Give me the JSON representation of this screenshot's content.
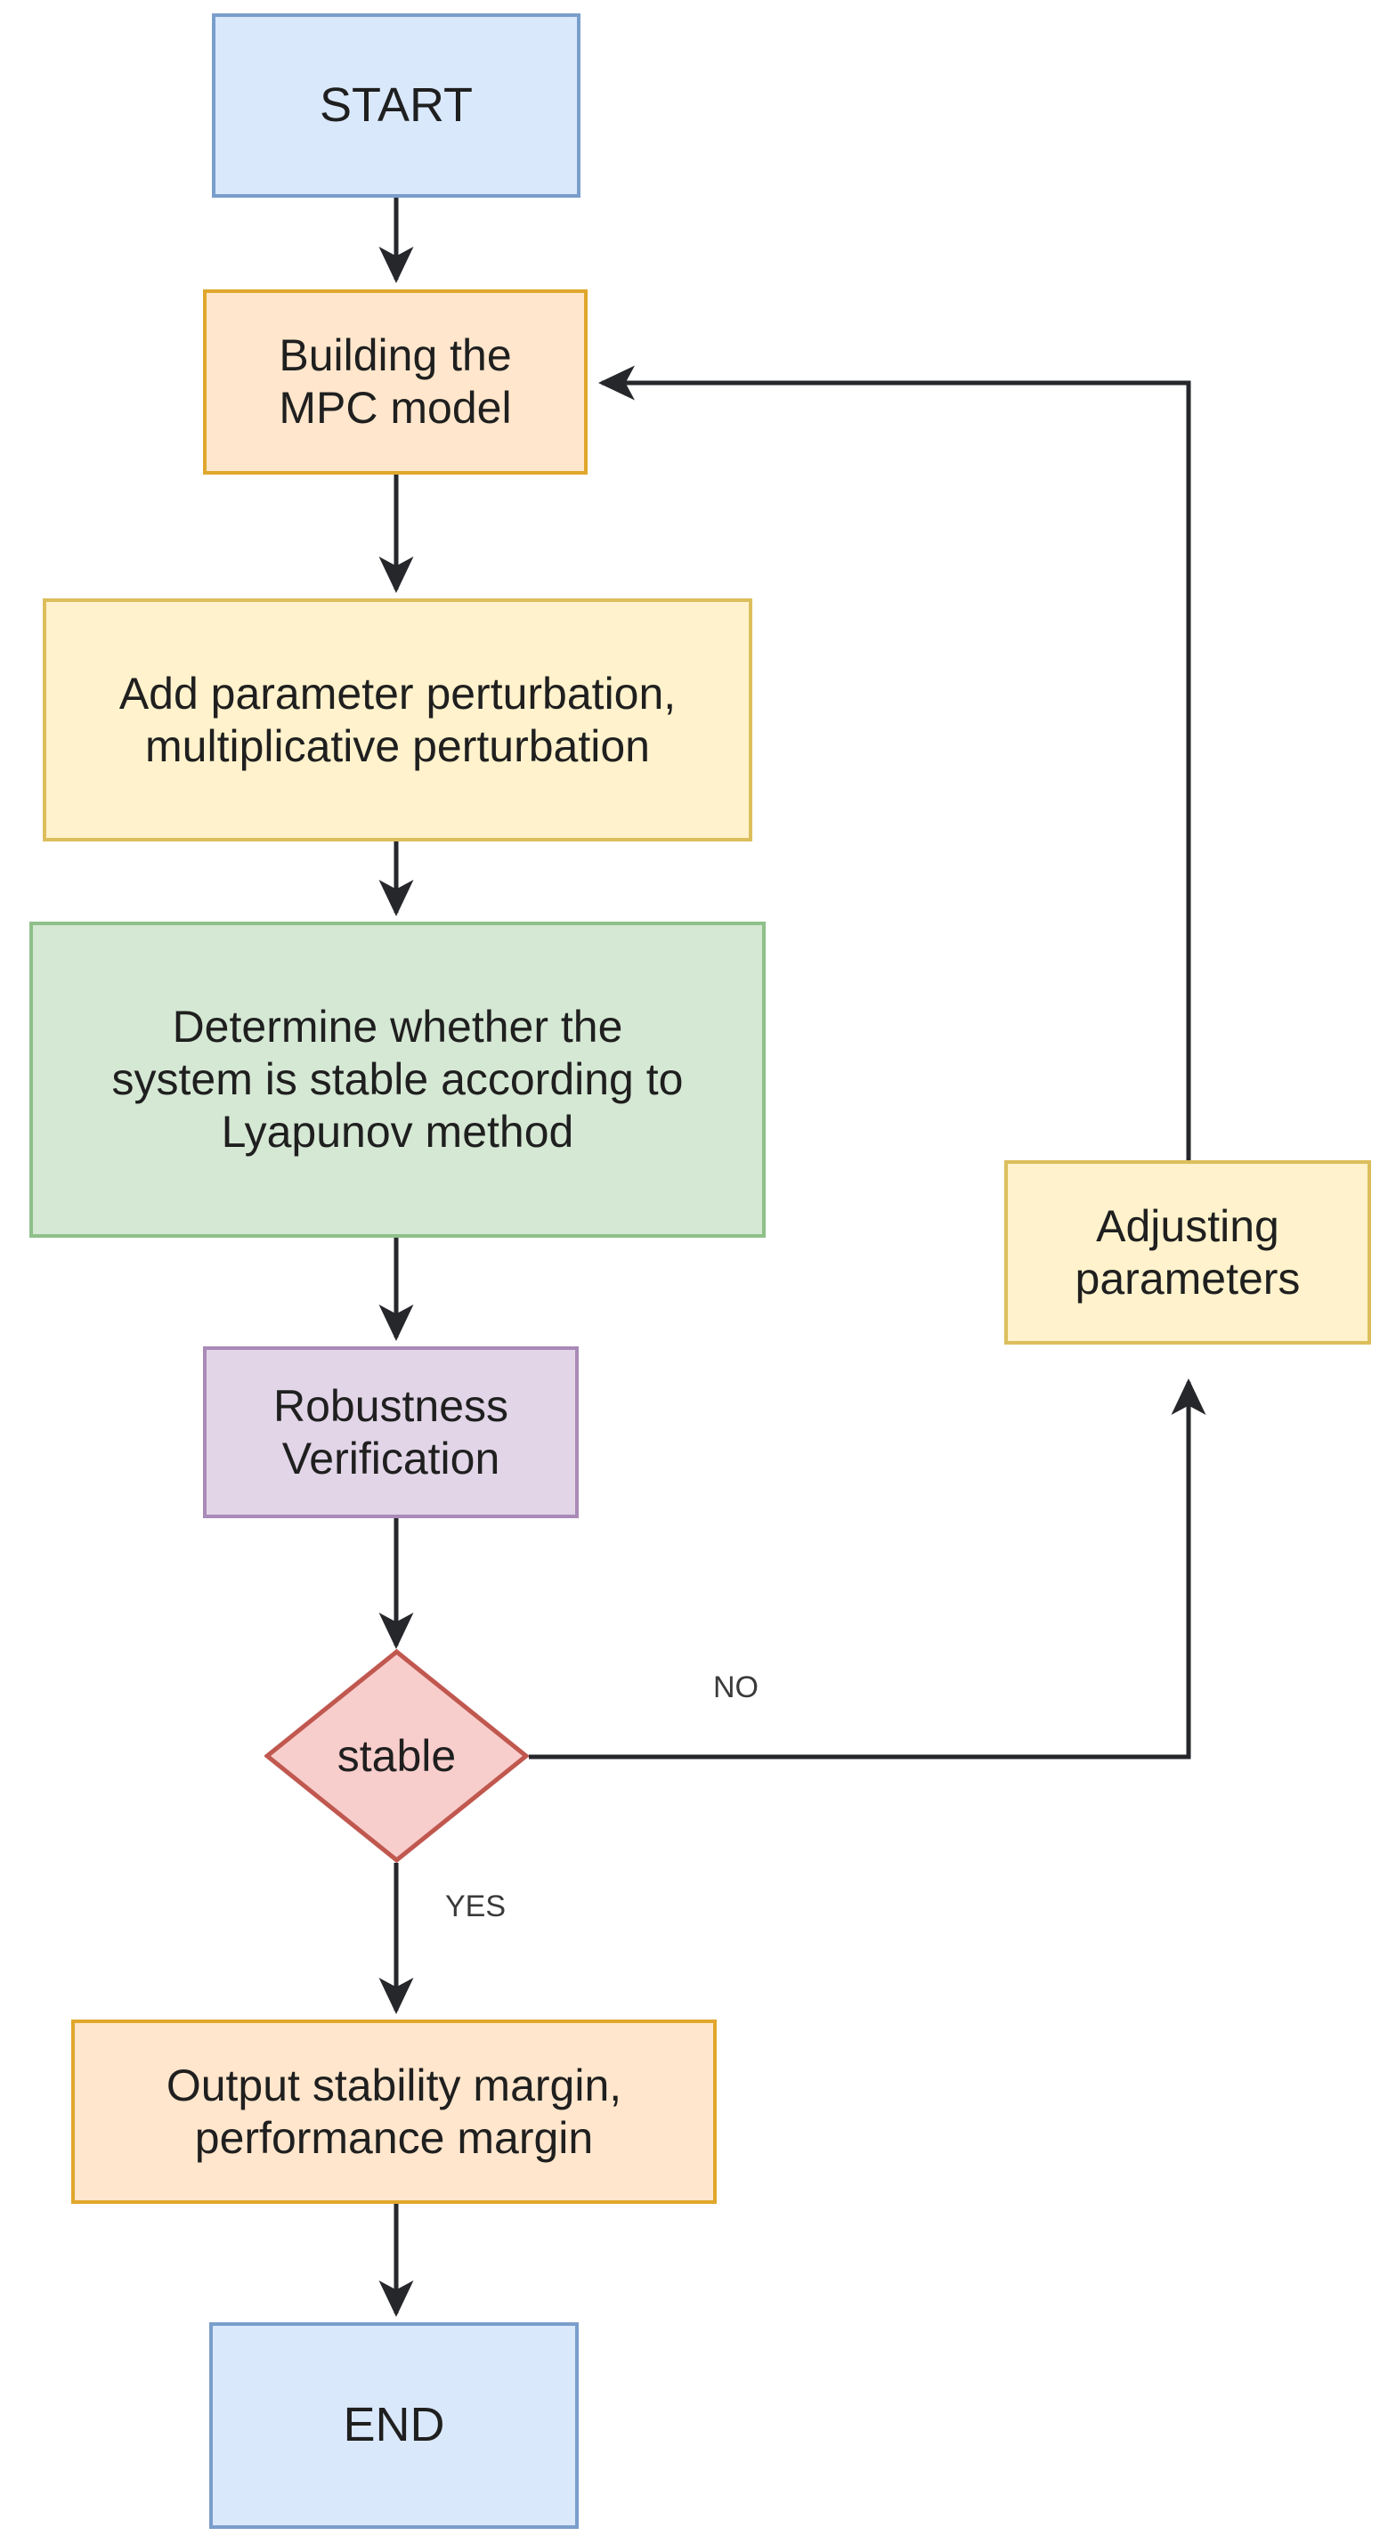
{
  "diagram": {
    "title": "MPC robustness verification flowchart",
    "background": "#ffffff",
    "edge_color": "#26272b"
  },
  "nodes": {
    "start": {
      "label": "START",
      "shape": "rectangle",
      "fill": "#dae8fc",
      "stroke": "#7a9ecb"
    },
    "build_model": {
      "label": "Building the\nMPC model",
      "shape": "rectangle",
      "fill": "#ffe6cc",
      "stroke": "#e0a72c"
    },
    "add_perturbation": {
      "label": "Add parameter perturbation,\nmultiplicative perturbation",
      "shape": "rectangle",
      "fill": "#fff2cc",
      "stroke": "#dcbe5c"
    },
    "determine_stability": {
      "label": "Determine whether the\nsystem is stable according to\nLyapunov method",
      "shape": "rectangle",
      "fill": "#d5e8d4",
      "stroke": "#8fc08a"
    },
    "robustness_verification": {
      "label": "Robustness\nVerification",
      "shape": "rectangle",
      "fill": "#e1d5e7",
      "stroke": "#a98ab8"
    },
    "stable_decision": {
      "label": "stable",
      "shape": "diamond",
      "fill": "#f8cecc",
      "stroke": "#c0584f"
    },
    "adjust_parameters": {
      "label": "Adjusting\nparameters",
      "shape": "rectangle",
      "fill": "#fff2cc",
      "stroke": "#dcbe5c"
    },
    "output_margins": {
      "label": "Output stability margin,\nperformance margin",
      "shape": "rectangle",
      "fill": "#ffe6cc",
      "stroke": "#e0a72c"
    },
    "end": {
      "label": "END",
      "shape": "rectangle",
      "fill": "#dae8fc",
      "stroke": "#7a9ecb"
    }
  },
  "edge_labels": {
    "no": "NO",
    "yes": "YES"
  },
  "flow": [
    {
      "from": "start",
      "to": "build_model",
      "label": ""
    },
    {
      "from": "build_model",
      "to": "add_perturbation",
      "label": ""
    },
    {
      "from": "add_perturbation",
      "to": "determine_stability",
      "label": ""
    },
    {
      "from": "determine_stability",
      "to": "robustness_verification",
      "label": ""
    },
    {
      "from": "robustness_verification",
      "to": "stable_decision",
      "label": ""
    },
    {
      "from": "stable_decision",
      "to": "adjust_parameters",
      "label": "NO"
    },
    {
      "from": "adjust_parameters",
      "to": "build_model",
      "label": ""
    },
    {
      "from": "stable_decision",
      "to": "output_margins",
      "label": "YES"
    },
    {
      "from": "output_margins",
      "to": "end",
      "label": ""
    }
  ]
}
